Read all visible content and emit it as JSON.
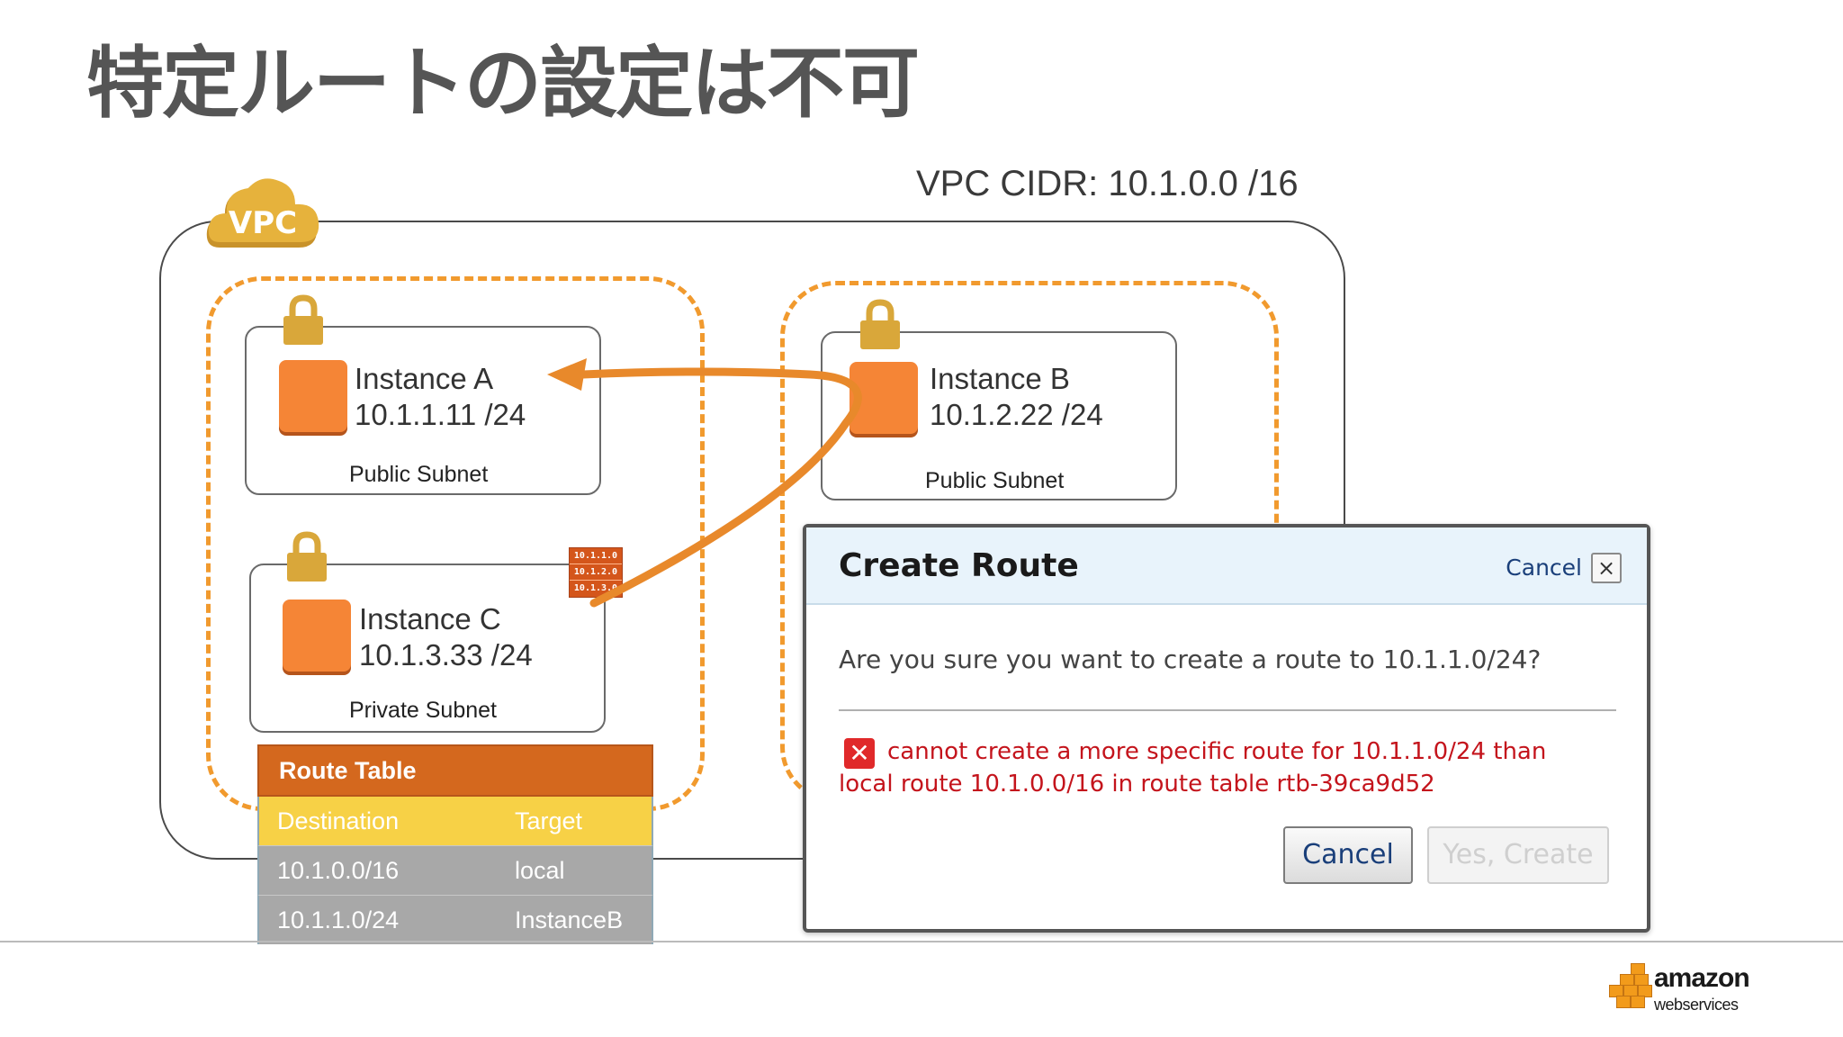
{
  "slide": {
    "title": "特定ルートの設定は不可"
  },
  "vpc": {
    "badge": "VPC",
    "cidr_label": "VPC CIDR: 10.1.0.0 /16"
  },
  "instances": [
    {
      "name": "Instance A",
      "ip": "10.1.1.11 /24",
      "subnet": "Public Subnet"
    },
    {
      "name": "Instance B",
      "ip": "10.1.2.22 /24",
      "subnet": "Public Subnet"
    },
    {
      "name": "Instance C",
      "ip": "10.1.3.33 /24",
      "subnet": "Private Subnet"
    }
  ],
  "router_icon": {
    "lines": [
      "10.1.1.0",
      "10.1.2.0",
      "10.1.3.0"
    ]
  },
  "route_table": {
    "title": "Route Table",
    "columns": [
      "Destination",
      "Target"
    ],
    "rows": [
      [
        "10.1.0.0/16",
        "local"
      ],
      [
        "10.1.1.0/24",
        "InstanceB"
      ]
    ]
  },
  "dialog": {
    "title": "Create Route",
    "cancel_link": "Cancel",
    "close_glyph": "×",
    "question": "Are you sure you want to create a route to 10.1.1.0/24?",
    "error_icon": "x-error-icon",
    "error_line1": "cannot create a more specific route for 10.1.1.0/24 than",
    "error_line2": "local route 10.1.0.0/16 in route table rtb-39ca9d52",
    "cancel_button": "Cancel",
    "create_button": "Yes, Create"
  },
  "branding": {
    "logo_word": "amazon",
    "logo_sub": "webservices"
  },
  "colors": {
    "instance": "#f58536",
    "zone_dash": "#f19a2e",
    "arrow": "#e8892b",
    "route_header": "#d4681e",
    "route_colhead": "#f7d146",
    "error_text": "#c4141c",
    "lock": "#d9a73a"
  }
}
